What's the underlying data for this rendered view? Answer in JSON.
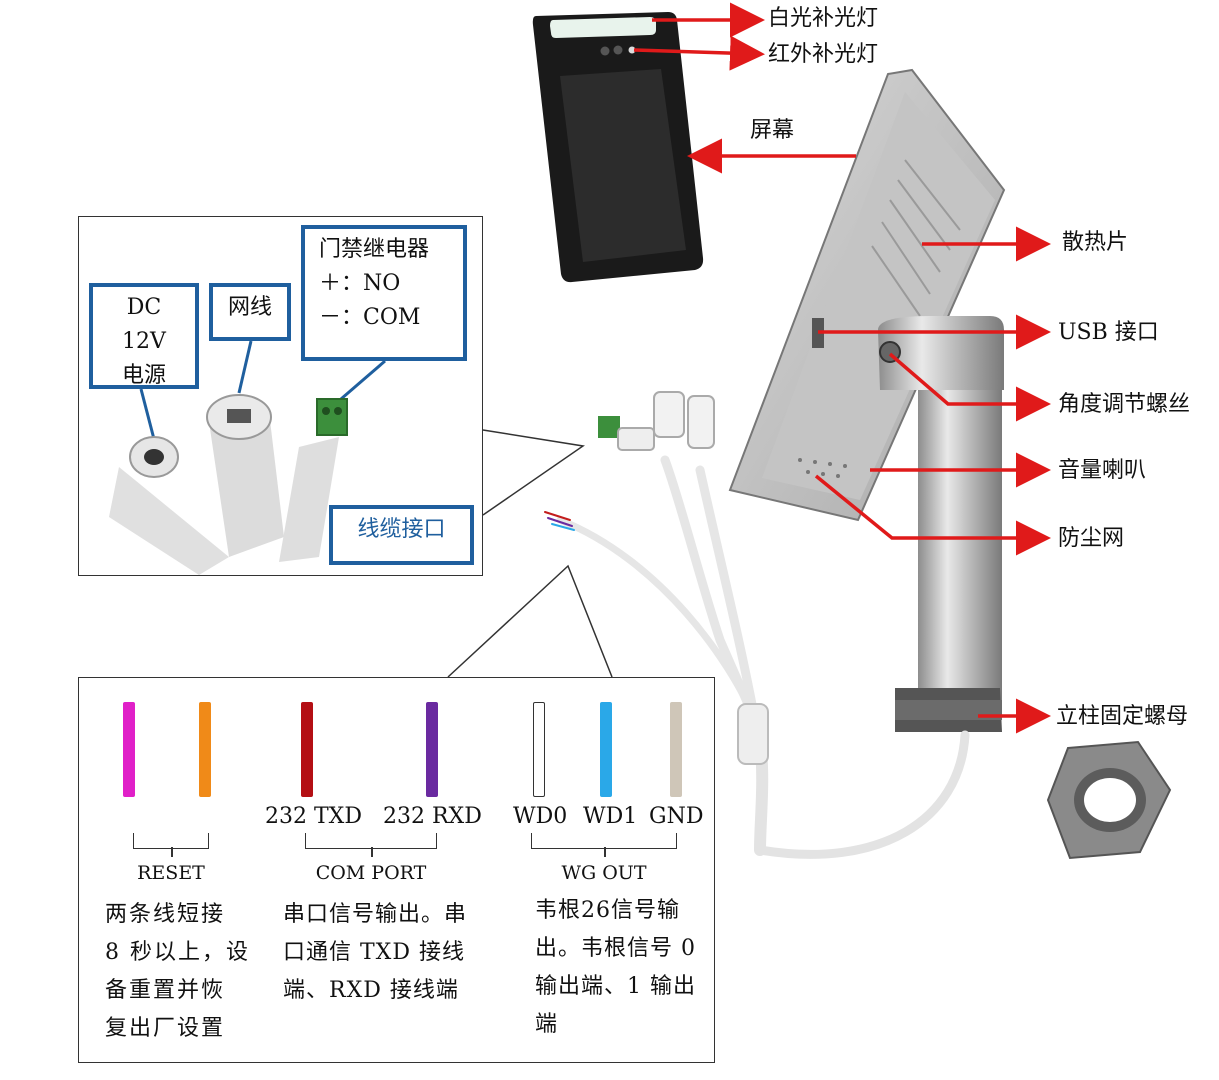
{
  "callouts": {
    "white_light": "白光补光灯",
    "ir_light": "红外补光灯",
    "screen": "屏幕",
    "heatsink": "散热片",
    "usb": "USB 接口",
    "angle_screw": "角度调节螺丝",
    "speaker": "音量喇叭",
    "dust_net": "防尘网",
    "pole_nut": "立柱固定螺母"
  },
  "cable_panel": {
    "dc_line1": "DC 12V",
    "dc_line2": "电源",
    "network": "网线",
    "relay_title": "门禁继电器",
    "relay_plus": "＋：NO",
    "relay_minus": "－：COM",
    "cable_interface": "线缆接口"
  },
  "wire_panel": {
    "wires": [
      {
        "label": "",
        "color": "#e020c8"
      },
      {
        "label": "",
        "color": "#f08a18"
      },
      {
        "label": "232 TXD",
        "color": "#b40f14"
      },
      {
        "label": "232 RXD",
        "color": "#6a2aa0"
      },
      {
        "label": "WD0",
        "color": "#ffffff"
      },
      {
        "label": "WD1",
        "color": "#2aa8e8"
      },
      {
        "label": "GND",
        "color": "#cfc6b8"
      }
    ],
    "groups": {
      "reset": "RESET",
      "com": "COM PORT",
      "wg": "WG OUT"
    },
    "descriptions": {
      "reset": "两条线短接\n8 秒以上，设\n备重置并恢\n复出厂设置",
      "com": "串口信号输出。串\n口通信 TXD 接线\n端、RXD 接线端",
      "wg": "韦根26信号输\n出。韦根信号 0\n输出端、1 输出\n端"
    }
  },
  "colors": {
    "arrow": "#e01a1a",
    "box_border": "#1f5f9e",
    "cable_interface_text": "#1f5f9e"
  }
}
